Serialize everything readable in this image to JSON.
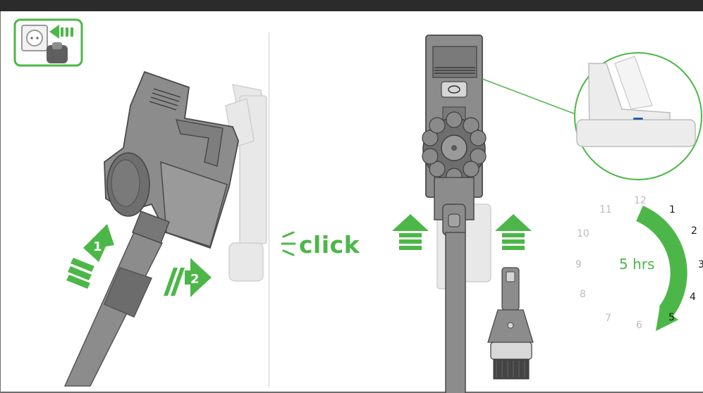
{
  "labels": {
    "click": "click",
    "duration": "5 hrs",
    "step_1": "1",
    "step_2": "2"
  },
  "clock": {
    "numbers": [
      {
        "label": "12",
        "active": false
      },
      {
        "label": "1",
        "active": true
      },
      {
        "label": "2",
        "active": true
      },
      {
        "label": "3",
        "active": true
      },
      {
        "label": "4",
        "active": true
      },
      {
        "label": "5",
        "active": true
      },
      {
        "label": "6",
        "active": false
      },
      {
        "label": "7",
        "active": false
      },
      {
        "label": "8",
        "active": false
      },
      {
        "label": "9",
        "active": false
      },
      {
        "label": "10",
        "active": false
      },
      {
        "label": "11",
        "active": false
      }
    ],
    "elapsed_hours": 5
  },
  "icons": [
    "wall-socket-icon",
    "plug-icon",
    "insert-arrow-icon",
    "click-indicator-icon",
    "up-arrow-icon",
    "charging-led-icon",
    "clockwise-arrow-icon"
  ],
  "colors": {
    "accent": "#4cb748",
    "device": "#8c8c8c",
    "device_dark": "#5f5f5f",
    "dock": "#e6e6e6",
    "clock_inactive": "#bcbcbc"
  }
}
